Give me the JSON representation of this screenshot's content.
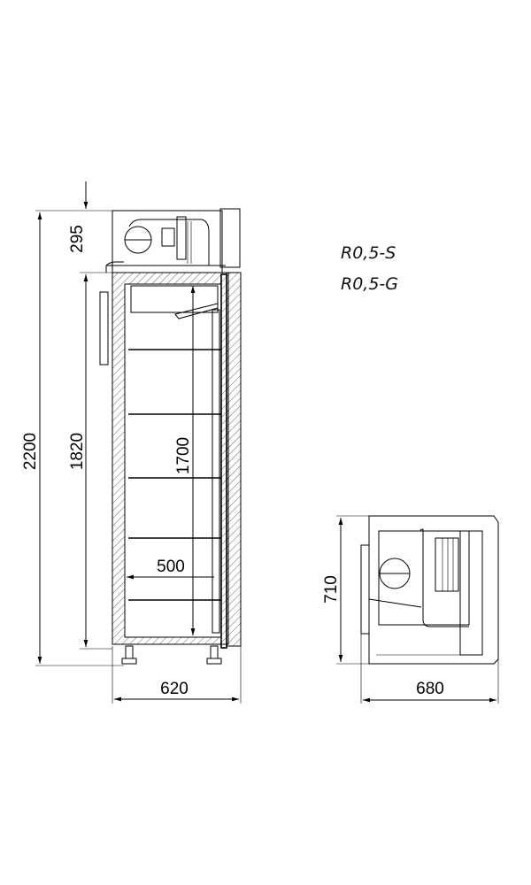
{
  "drawing": {
    "models": [
      "R0,5-S",
      "R0,5-G"
    ],
    "side_view": {
      "overall_height": "2200",
      "body_height": "1820",
      "unit_height": "295",
      "interior_height": "1700",
      "interior_depth": "500",
      "depth": "620"
    },
    "top_view": {
      "depth": "710",
      "width": "680"
    }
  }
}
